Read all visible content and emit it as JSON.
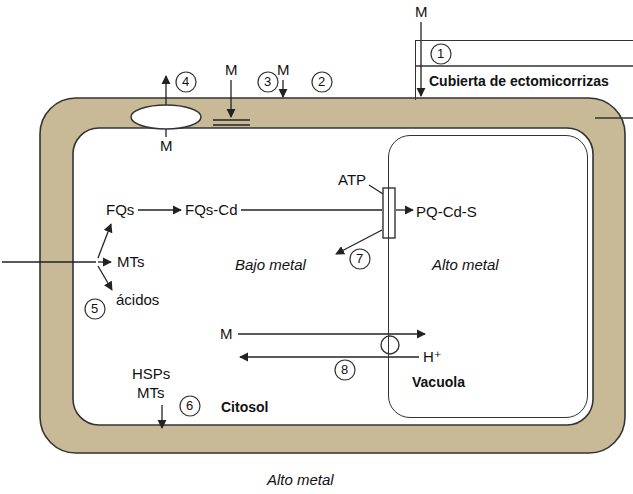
{
  "diagram": {
    "nodes": [
      {
        "text": [
          "Cubierta de ectomicorrizas"
        ]
      },
      {
        "text": [
          "Citosol"
        ]
      },
      {
        "text": [
          "Vacuola"
        ],
        "in": 1
      }
    ],
    "labels": [
      "M",
      "1",
      "M",
      "3",
      "M",
      "2",
      "4",
      "M",
      "ATP",
      "FQs",
      "FQs-Cd",
      "PQ-Cd-S",
      "7",
      "MTs",
      "ácidos",
      "5",
      "Bajo metal",
      "Alto metal",
      "M",
      "H⁺",
      "8",
      "HSPs",
      "MTs",
      "6",
      "Alto metal"
    ]
  }
}
